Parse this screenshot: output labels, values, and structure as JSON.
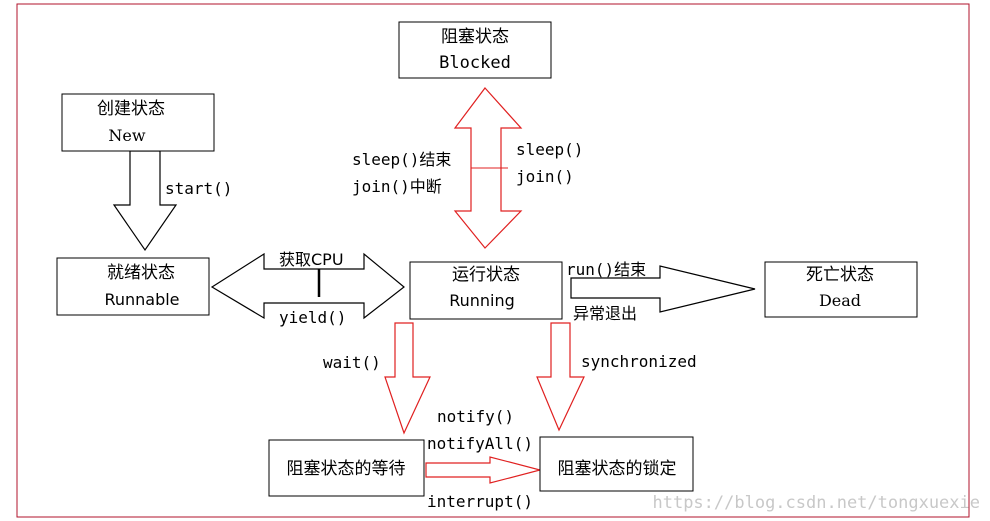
{
  "states": {
    "new": {
      "title": "创建状态",
      "subtitle": "New"
    },
    "runnable": {
      "title": "就绪状态",
      "subtitle": "Runnable"
    },
    "running": {
      "title": "运行状态",
      "subtitle": "Running"
    },
    "blocked": {
      "title": "阻塞状态",
      "subtitle": "Blocked"
    },
    "dead": {
      "title": "死亡状态",
      "subtitle": "Dead"
    },
    "waiting": {
      "title": "阻塞状态的等待"
    },
    "locked": {
      "title": "阻塞状态的锁定"
    }
  },
  "labels": {
    "start": "start()",
    "get_cpu": "获取CPU",
    "yield": "yield()",
    "sleep_end": "sleep()结束",
    "join_interrupt": "join()中断",
    "sleep": "sleep()",
    "join": "join()",
    "run_end": "run()结束",
    "exception_exit": "异常退出",
    "wait": "wait()",
    "synchronized": "synchronized",
    "notify": "notify()",
    "notify_all": "notifyAll()",
    "interrupt": "interrupt()"
  },
  "watermark": "https://blog.csdn.net/tongxuexie",
  "colors": {
    "frame": "#b0132b",
    "red_arrow": "#e02020",
    "black": "#000000"
  }
}
